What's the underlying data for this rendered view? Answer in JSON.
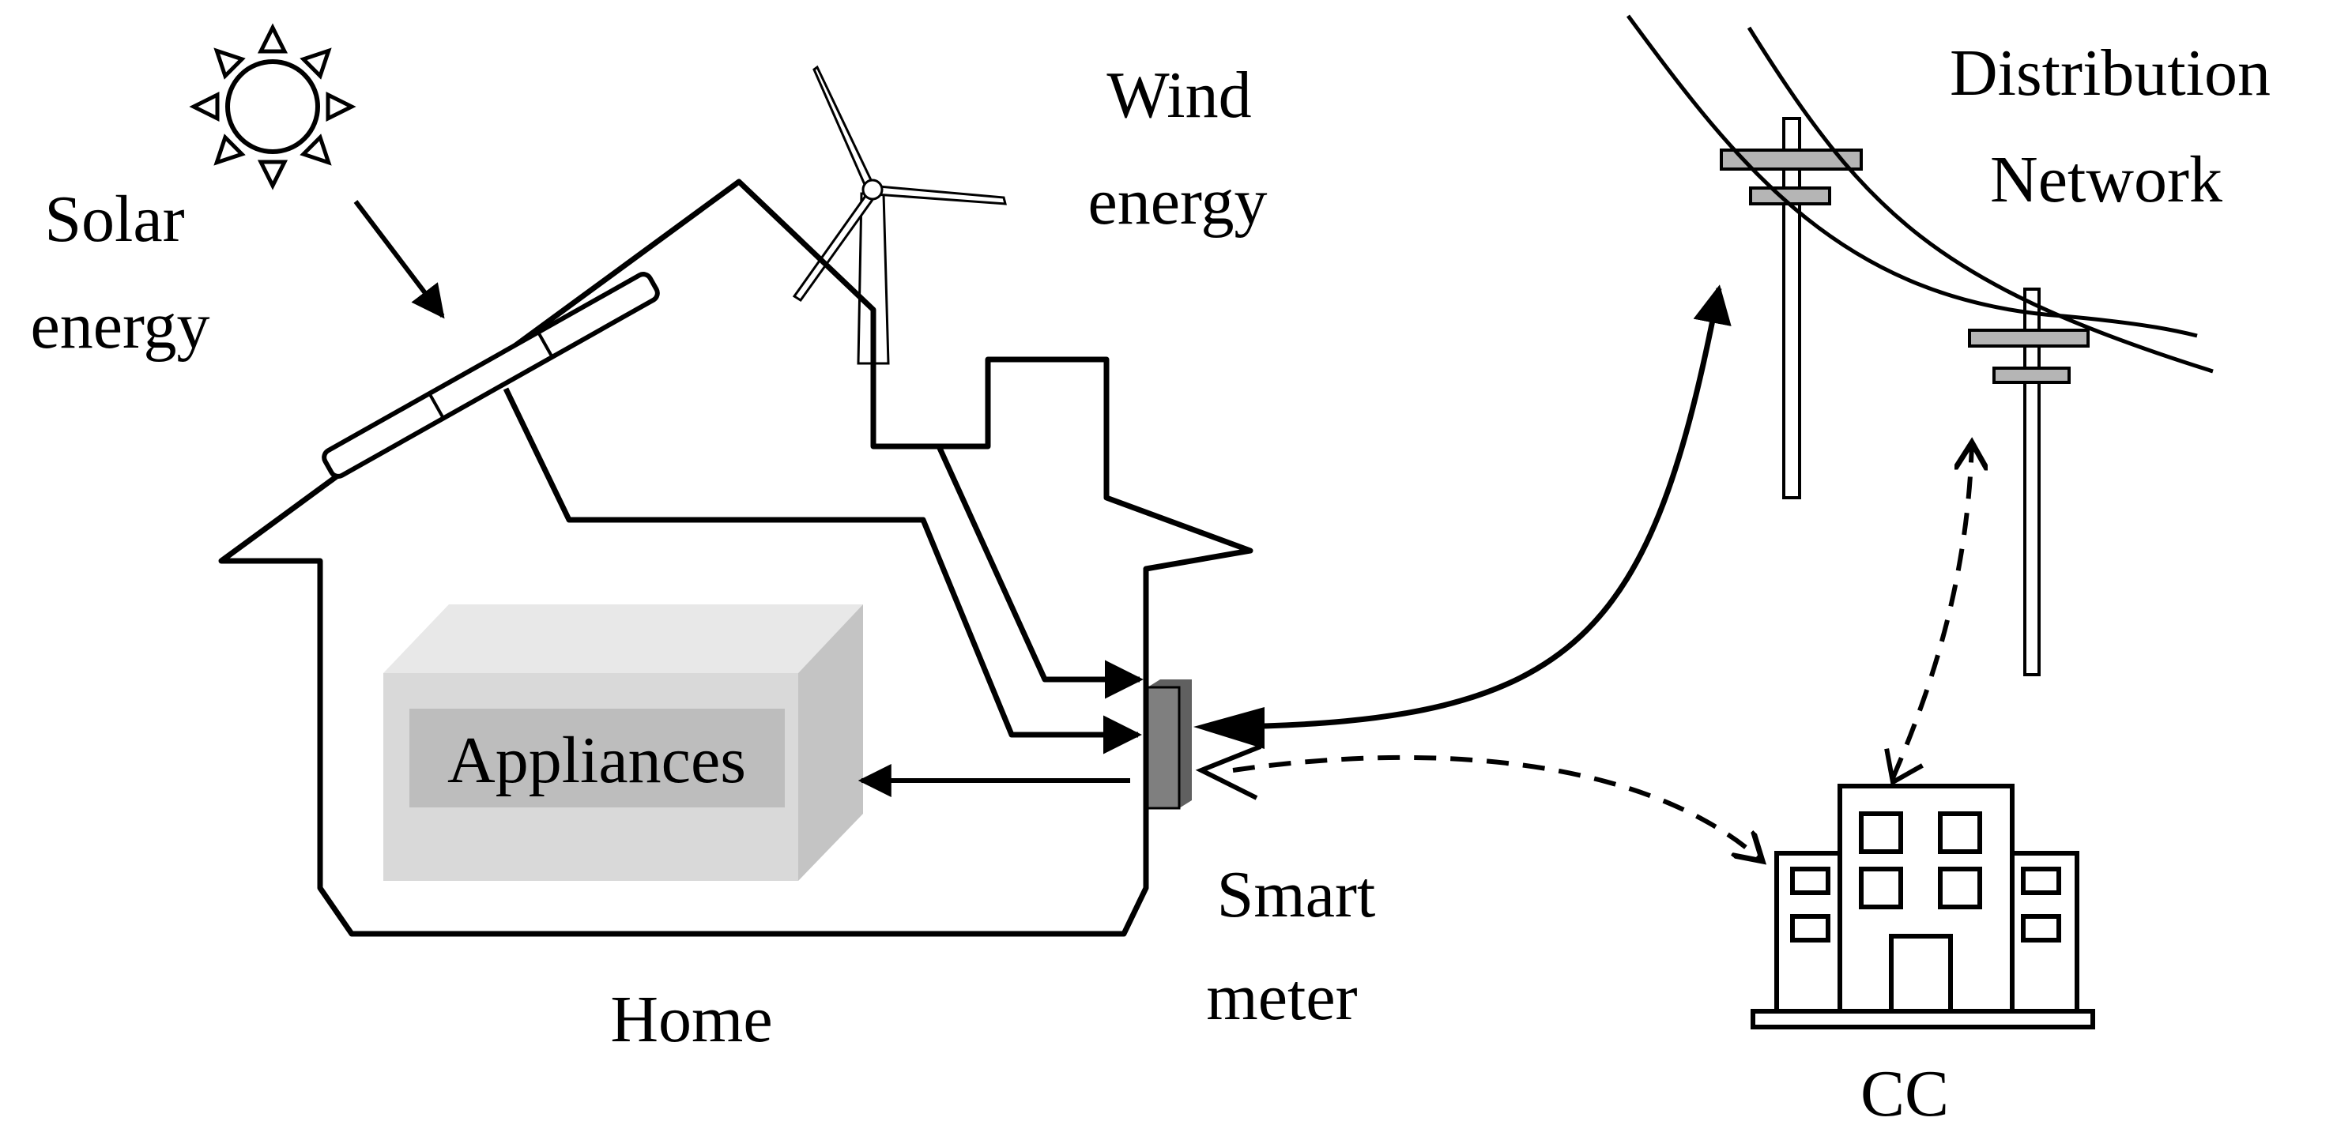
{
  "labels": {
    "solar_line1": "Solar",
    "solar_line2": "energy",
    "wind_line1": "Wind",
    "wind_line2": "energy",
    "distribution_line1": "Distribution",
    "distribution_line2": "Network",
    "appliances": "Appliances",
    "smart_meter_line1": "Smart",
    "smart_meter_line2": "meter",
    "home": "Home",
    "cc": "CC"
  },
  "colors": {
    "stroke": "#000000",
    "appliance_front": "#d9d9d9",
    "appliance_top": "#e8e8e8",
    "appliance_side": "#c4c4c4",
    "appliance_label_band": "#bdbdbd",
    "smart_meter": "#7f7f7f",
    "pole_crossarm": "#b5b5b5"
  },
  "icons": [
    "sun-icon",
    "solar-panel-icon",
    "wind-turbine-icon",
    "utility-pole-icon",
    "office-building-icon"
  ]
}
